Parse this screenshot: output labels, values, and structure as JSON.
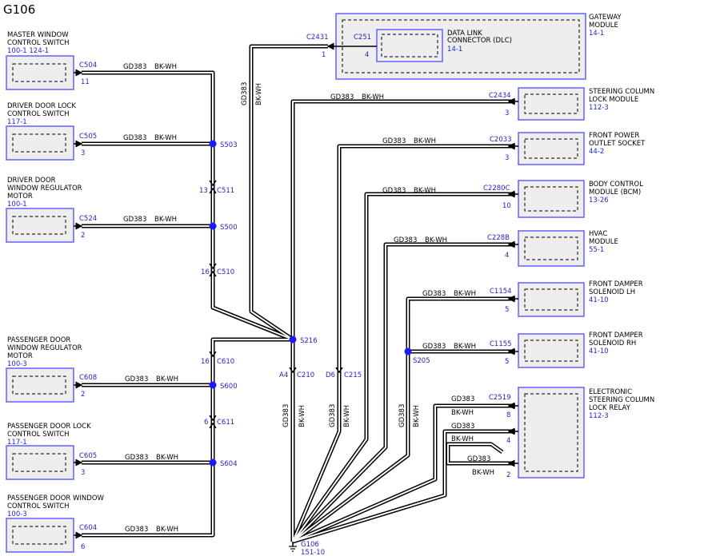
{
  "title": "G106",
  "wire": {
    "code": "GD383",
    "color": "BK-WH"
  },
  "colors": {
    "link": "#2323c8",
    "box_border": "#6060ff",
    "box_fill": "#eeeeee",
    "wire": "#000000"
  },
  "left_components": [
    {
      "name": [
        "MASTER WINDOW",
        "CONTROL SWITCH"
      ],
      "ref": "100-1   124-1",
      "connector": "C504",
      "pin": "11"
    },
    {
      "name": [
        "DRIVER DOOR LOCK",
        "CONTROL SWITCH"
      ],
      "ref": "117-1",
      "connector": "C505",
      "pin": "3"
    },
    {
      "name": [
        "DRIVER DOOR",
        "WINDOW REGULATOR",
        "MOTOR"
      ],
      "ref": "100-1",
      "connector": "C524",
      "pin": "2"
    },
    {
      "name": [
        "PASSENGER DOOR",
        "WINDOW REGULATOR",
        "MOTOR"
      ],
      "ref": "100-3",
      "connector": "C608",
      "pin": "2"
    },
    {
      "name": [
        "PASSENGER DOOR LOCK",
        "CONTROL SWITCH"
      ],
      "ref": "117-1",
      "connector": "C605",
      "pin": "3"
    },
    {
      "name": [
        "PASSENGER DOOR WINDOW",
        "CONTROL SWITCH"
      ],
      "ref": "100-3",
      "connector": "C604",
      "pin": "6"
    }
  ],
  "right_components": [
    {
      "name": [
        "STEERING COLUMN",
        "LOCK MODULE"
      ],
      "ref": "112-3",
      "connector": "C2434",
      "pin": "3"
    },
    {
      "name": [
        "FRONT POWER",
        "OUTLET SOCKET"
      ],
      "ref": "44-2",
      "connector": "C2033",
      "pin": "3"
    },
    {
      "name": [
        "BODY CONTROL",
        "MODULE (BCM)"
      ],
      "ref": "13-26",
      "connector": "C2280C",
      "pin": "10"
    },
    {
      "name": [
        "HVAC",
        "MODULE"
      ],
      "ref": "55-1",
      "connector": "C228B",
      "pin": "4"
    },
    {
      "name": [
        "FRONT DAMPER",
        "SOLENOID LH"
      ],
      "ref": "41-10",
      "connector": "C1154",
      "pin": "5"
    },
    {
      "name": [
        "FRONT DAMPER",
        "SOLENOID RH"
      ],
      "ref": "41-10",
      "connector": "C1155",
      "pin": "5"
    }
  ],
  "gateway": {
    "name": [
      "GATEWAY",
      "MODULE"
    ],
    "ref": "14-1",
    "connector": "C2431",
    "pin": "1"
  },
  "dlc": {
    "name": [
      "DATA LINK",
      "CONNECTOR (DLC)"
    ],
    "ref": "14-1",
    "connector": "C251",
    "pin": "4"
  },
  "relay": {
    "name": [
      "ELECTRONIC",
      "STEERING COLUMN",
      "LOCK RELAY"
    ],
    "ref": "112-3",
    "connector": "C2519",
    "pins": [
      "8",
      "4",
      "2"
    ]
  },
  "splices": [
    "S503",
    "S500",
    "S216",
    "S600",
    "S604",
    "S205"
  ],
  "inline": [
    {
      "pin": "13",
      "connector": "C511"
    },
    {
      "pin": "16",
      "connector": "C510"
    },
    {
      "pin": "16",
      "connector": "C610"
    },
    {
      "pin": "6",
      "connector": "C611"
    },
    {
      "pin": "A4",
      "connector": "C210"
    },
    {
      "pin": "D6",
      "connector": "C215"
    }
  ],
  "ground": {
    "name": "G106",
    "ref": "151-10"
  }
}
